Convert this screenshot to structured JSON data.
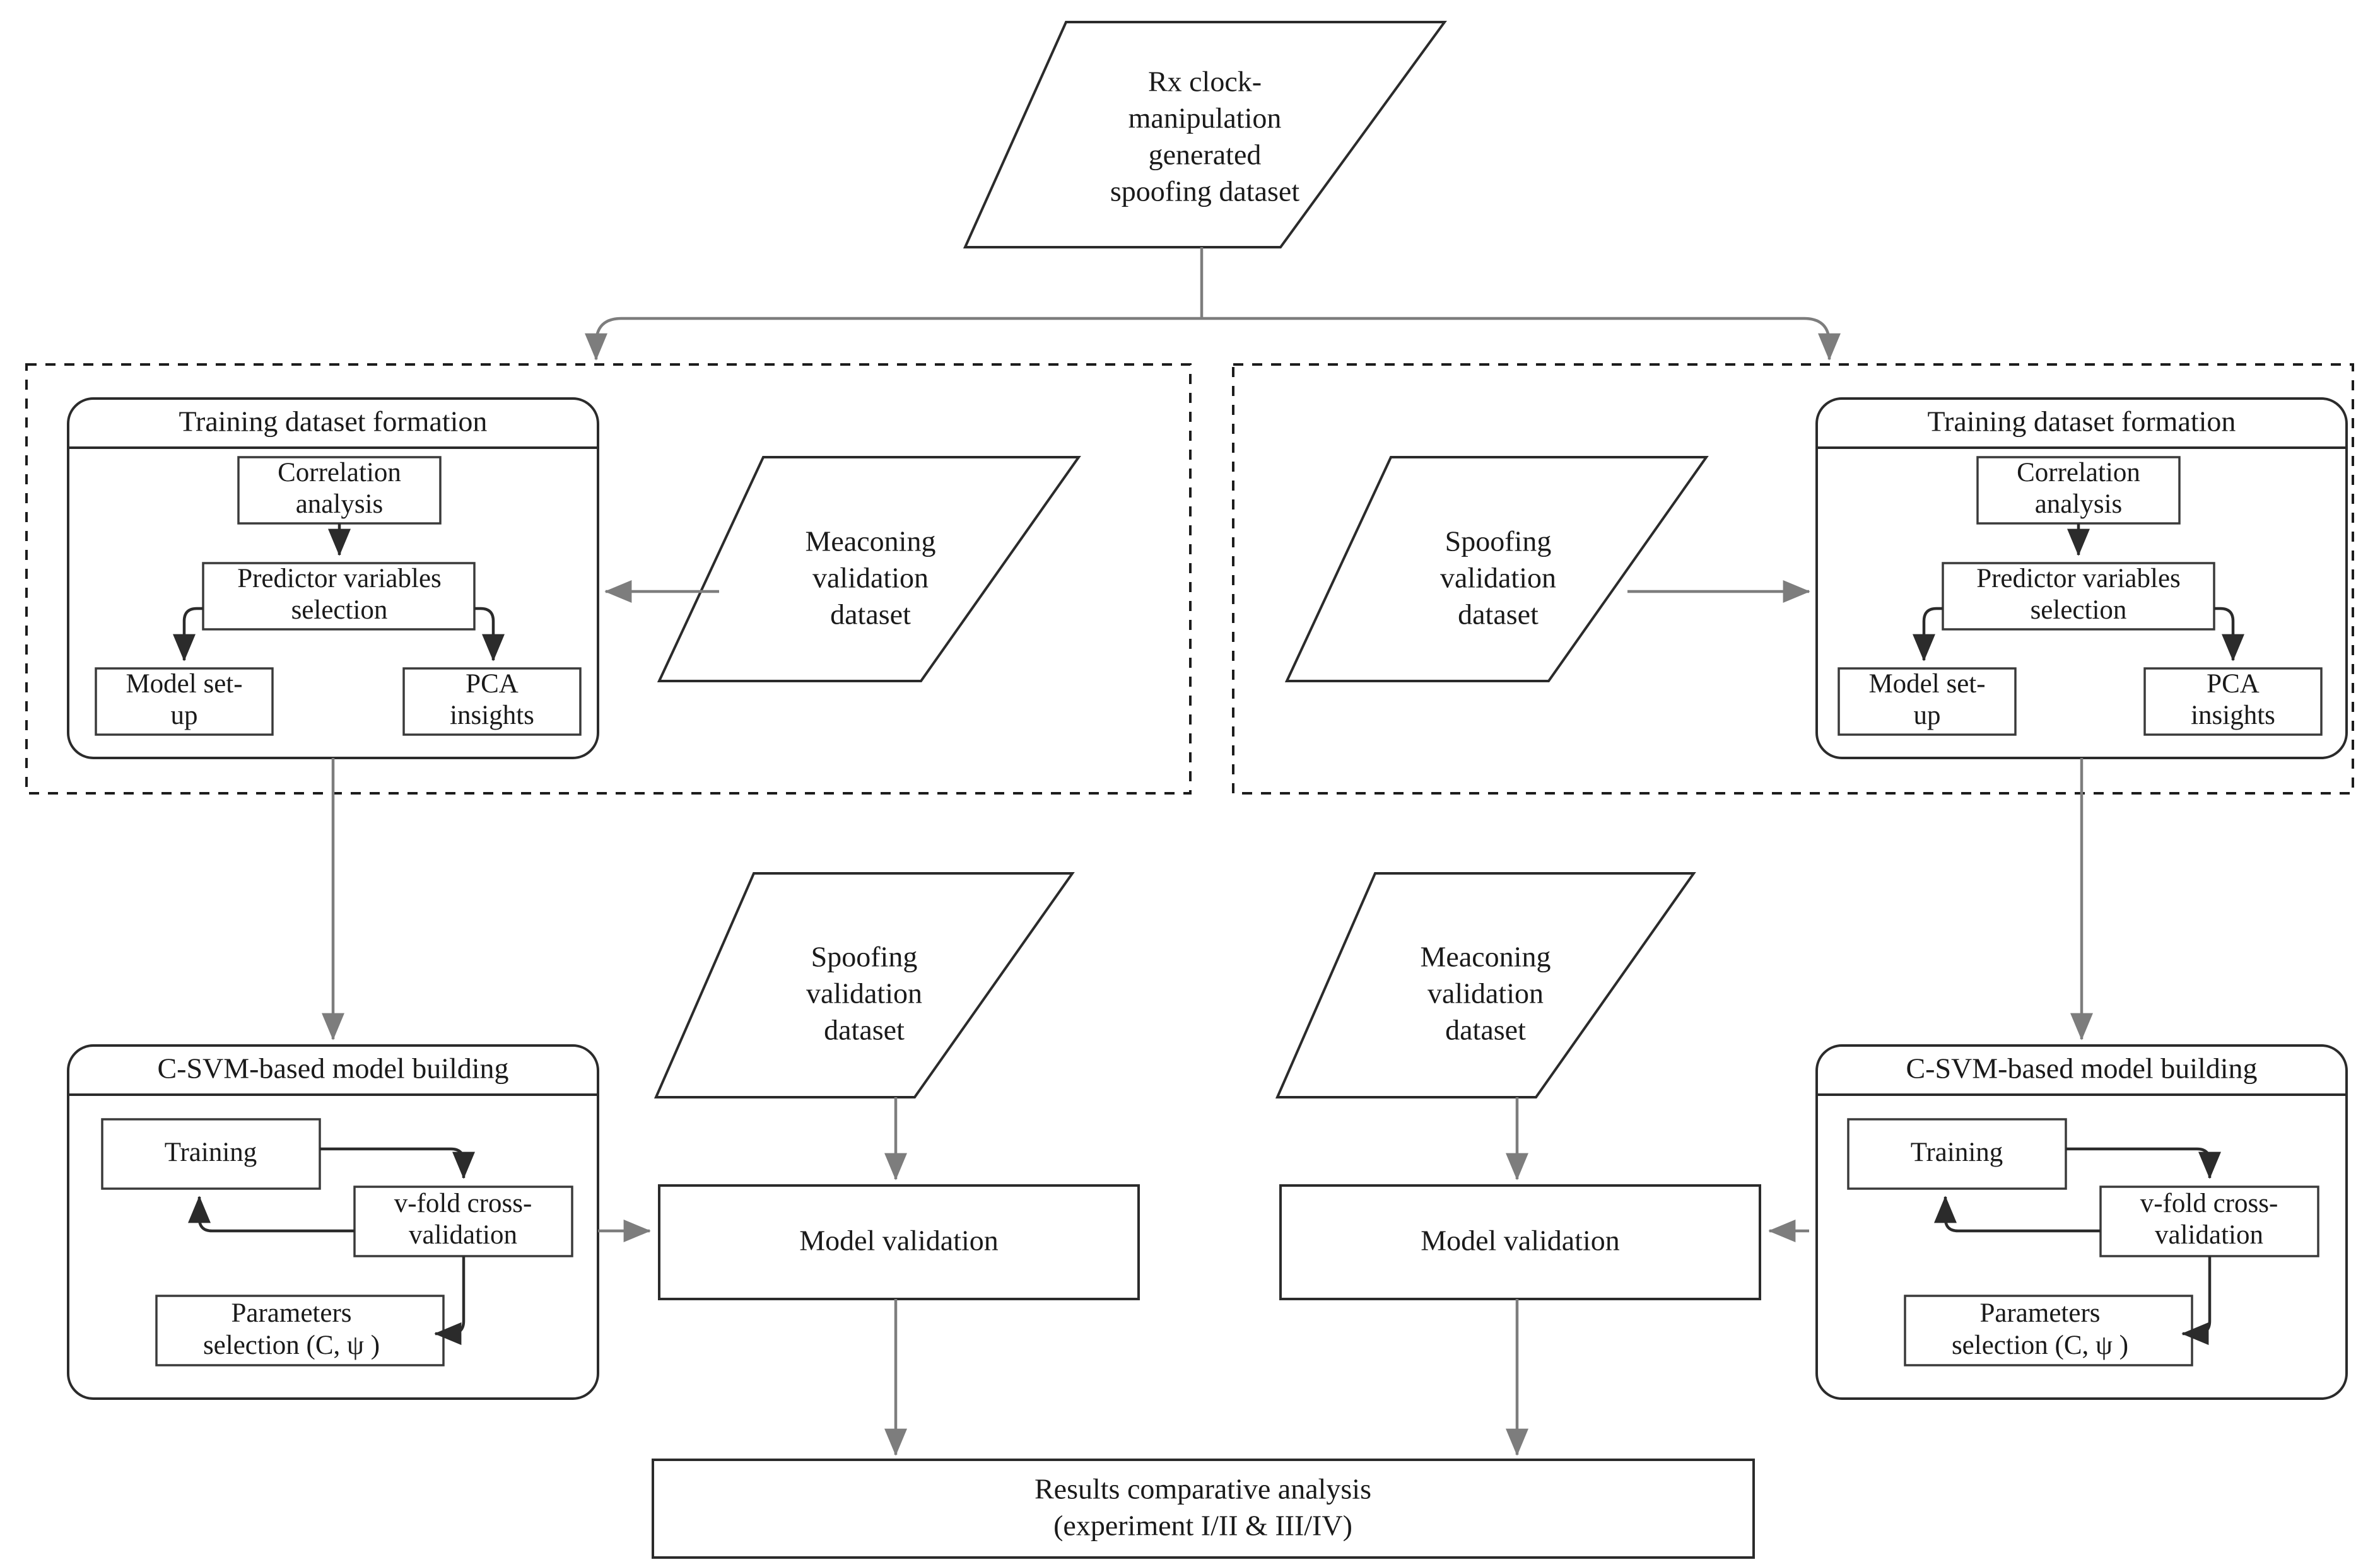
{
  "diagram": {
    "title": "C-SVM spoofing/meaconing detection experiment flowchart",
    "type": "flowchart",
    "colors": {
      "shape_stroke": "#2b2b2b",
      "connector": "#7d7d7d",
      "connector_dark": "#2b2b2b",
      "background": "#ffffff",
      "text": "#1a1a1a"
    },
    "source": {
      "label_line1": "Rx clock-",
      "label_line2": "manipulation",
      "label_line3": "generated",
      "label_line4": "spoofing dataset"
    },
    "left_branch": {
      "training_panel": {
        "title": "Training dataset formation",
        "nodes": {
          "correlation_line1": "Correlation",
          "correlation_line2": "analysis",
          "predictor_line1": "Predictor variables",
          "predictor_line2": "selection",
          "model_setup_line1": "Model set-",
          "model_setup_line2": "up",
          "pca_line1": "PCA",
          "pca_line2": "insights"
        }
      },
      "validation_source": {
        "line1": "Meaconing",
        "line2": "validation",
        "line3": "dataset"
      },
      "svm_panel": {
        "title": "C-SVM-based model building",
        "nodes": {
          "training": "Training",
          "cross_validation_line1": "v-fold cross-",
          "cross_validation_line2": "validation",
          "parameters_line1": "Parameters",
          "parameters_line2": "selection (C, ψ )"
        }
      },
      "validation_input": {
        "line1": "Spoofing",
        "line2": "validation",
        "line3": "dataset"
      },
      "model_validation": "Model validation"
    },
    "right_branch": {
      "training_panel": {
        "title": "Training dataset formation",
        "nodes": {
          "correlation_line1": "Correlation",
          "correlation_line2": "analysis",
          "predictor_line1": "Predictor variables",
          "predictor_line2": "selection",
          "model_setup_line1": "Model set-",
          "model_setup_line2": "up",
          "pca_line1": "PCA",
          "pca_line2": "insights"
        }
      },
      "validation_source": {
        "line1": "Spoofing",
        "line2": "validation",
        "line3": "dataset"
      },
      "svm_panel": {
        "title": "C-SVM-based model building",
        "nodes": {
          "training": "Training",
          "cross_validation_line1": "v-fold cross-",
          "cross_validation_line2": "validation",
          "parameters_line1": "Parameters",
          "parameters_line2": "selection (C, ψ )"
        }
      },
      "validation_input": {
        "line1": "Meaconing",
        "line2": "validation",
        "line3": "dataset"
      },
      "model_validation": "Model validation"
    },
    "results": {
      "line1": "Results comparative analysis",
      "line2": "(experiment I/II & III/IV)"
    }
  }
}
